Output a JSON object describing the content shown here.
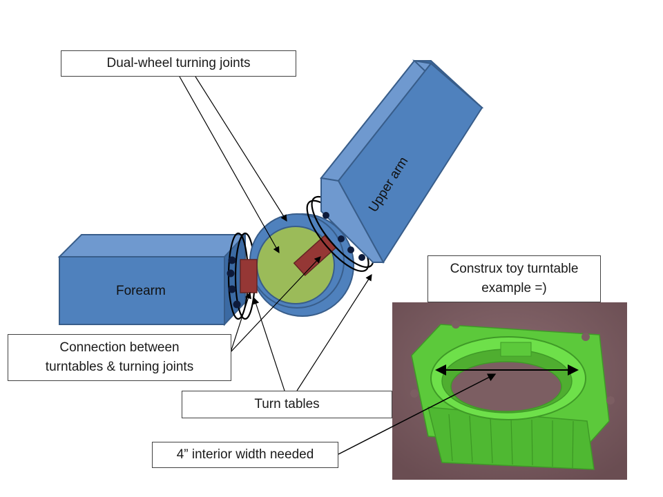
{
  "labels": {
    "dual_wheel": "Dual-wheel turning joints",
    "upper_arm": "Upper arm",
    "forearm": "Forearm",
    "construx_line1": "Construx toy turntable",
    "construx_line2": "example =)",
    "connection_line1": "Connection between",
    "connection_line2": "turntables & turning joints",
    "turn_tables": "Turn tables",
    "interior_width": "4” interior width needed"
  },
  "colors": {
    "arm_front": "#4f81bd",
    "arm_top": "#6f99cf",
    "arm_side": "#3b6aa3",
    "arm_edge": "#385d8a",
    "turntable_outer": "#4f81bd",
    "turntable_inner": "#9bbb59",
    "connector": "#953735",
    "photo_bg": "#7c5e62",
    "toy_green": "#6ee04a"
  }
}
